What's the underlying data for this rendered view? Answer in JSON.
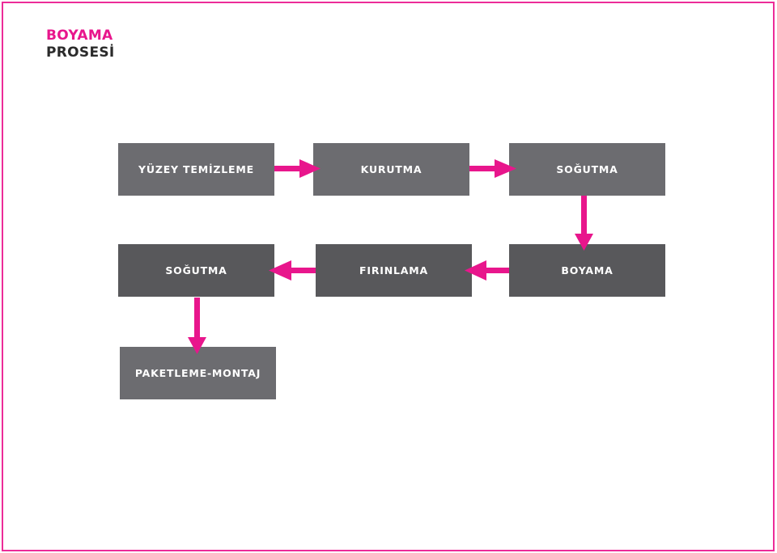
{
  "title": {
    "line1": "BOYAMA",
    "line2": "PROSESİ"
  },
  "colors": {
    "accent": "#e8168c",
    "box_light": "#6c6c70",
    "box_dark": "#58585b",
    "border": "#ec2c98"
  },
  "steps": [
    {
      "label": "YÜZEY TEMİZLEME"
    },
    {
      "label": "KURUTMA"
    },
    {
      "label": "SOĞUTMA"
    },
    {
      "label": "BOYAMA"
    },
    {
      "label": "FIRINLAMA"
    },
    {
      "label": "SOĞUTMA"
    },
    {
      "label": "PAKETLEME-MONTAJ"
    }
  ],
  "flow": [
    {
      "from": "YÜZEY TEMİZLEME",
      "to": "KURUTMA"
    },
    {
      "from": "KURUTMA",
      "to": "SOĞUTMA"
    },
    {
      "from": "SOĞUTMA",
      "to": "BOYAMA"
    },
    {
      "from": "BOYAMA",
      "to": "FIRINLAMA"
    },
    {
      "from": "FIRINLAMA",
      "to": "SOĞUTMA"
    },
    {
      "from": "SOĞUTMA",
      "to": "PAKETLEME-MONTAJ"
    }
  ]
}
